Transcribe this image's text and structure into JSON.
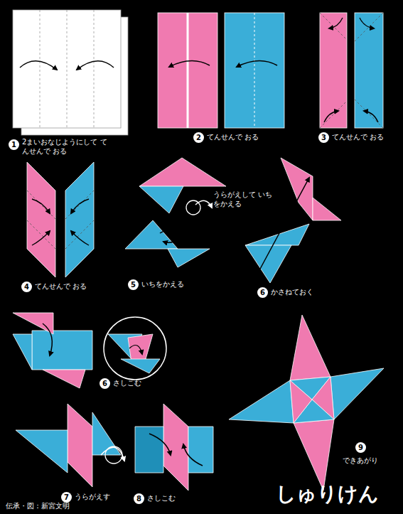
{
  "diagram": {
    "title": "しゅりけん",
    "labels": [
      "1",
      "2まいおなじようにして てんせんで おる",
      "2",
      "てんせんで おる",
      "3",
      "てんせんで おる",
      "4",
      "てんせんで おる",
      "うらがえして いちをかえる",
      "5",
      "いちをかえる",
      "6",
      "かさねておく",
      "6",
      "さしこむ",
      "7",
      "うらがえす",
      "8",
      "さしこむ",
      "9",
      "できあがり",
      "伝承・図：新宮文明"
    ]
  }
}
